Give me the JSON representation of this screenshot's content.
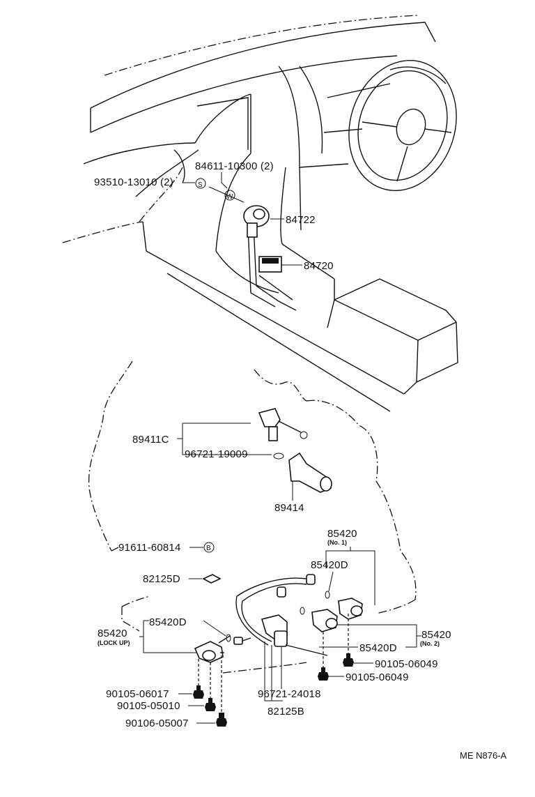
{
  "diagram": {
    "labels": {
      "p84611": "84611-10300 (2)",
      "p93510": "93510-13010 (2)",
      "p84722": "84722",
      "p84720": "84720",
      "p89411C": "89411C",
      "p96721_19009": "96721-19009",
      "p89414": "89414",
      "p85420_no1": "85420",
      "p85420_no1_sub": "(No. 1)",
      "p85420D_top": "85420D",
      "p91611": "91611-60814",
      "p82125D": "82125D",
      "p85420D_left": "85420D",
      "p85420_lockup": "85420",
      "p85420_lockup_sub": "(LOCK UP)",
      "p85420_no2": "85420",
      "p85420_no2_sub": "(No. 2)",
      "p85420D_right": "85420D",
      "p90105_06049a": "90105-06049",
      "p90105_06049b": "90105-06049",
      "p90105_06017": "90105-06017",
      "p90105_05010": "90105-05010",
      "p96721_24018": "96721-24018",
      "p90106_05007": "90106-05007",
      "p82125B": "82125B"
    },
    "markers": {
      "s": "S",
      "w": "W",
      "b": "B"
    },
    "footer_code": "ME N876-A"
  }
}
